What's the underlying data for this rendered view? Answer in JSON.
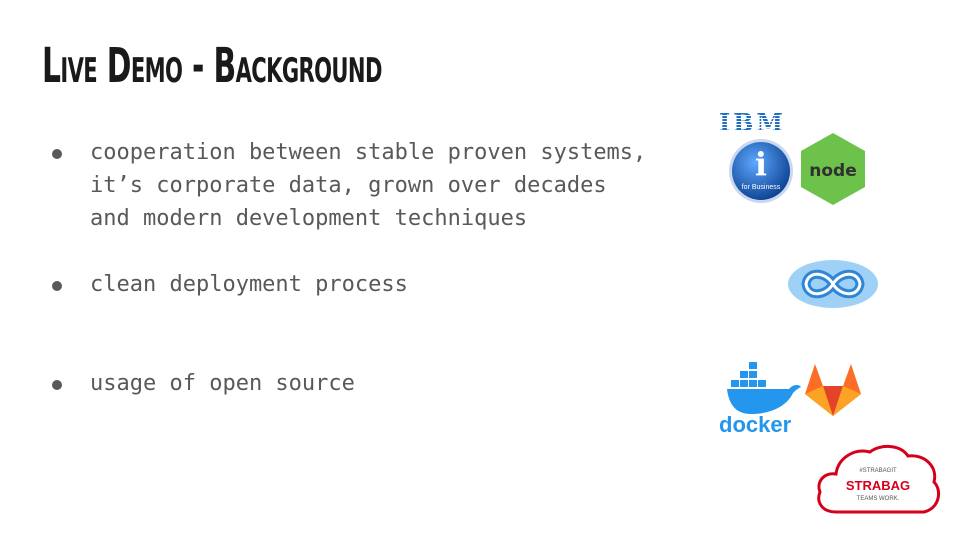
{
  "slide": {
    "title": "Live Demo - Background",
    "bullets": [
      {
        "lines": [
          "cooperation between stable proven systems,",
          "it’s corporate data, grown over decades",
          "and modern development techniques"
        ]
      },
      {
        "lines": [
          "clean deployment process"
        ]
      },
      {
        "lines": [
          "usage of open source"
        ]
      }
    ]
  },
  "logos": {
    "ibm": {
      "text": "IBM",
      "color": "#1f70c1"
    },
    "ibm_i": {
      "letter": "i",
      "subtext": "for Business",
      "color": "#1a5fb4"
    },
    "node": {
      "text": "node",
      "color": "#6cc24a"
    },
    "devops": {
      "icon": "infinity-icon",
      "color": "#4a9fe0"
    },
    "docker": {
      "text": "docker",
      "color": "#2496ed"
    },
    "gitlab": {
      "icon": "gitlab-fox-icon",
      "color": "#fc6d26"
    },
    "strabag": {
      "tag": "#STRABAGIT",
      "name": "STRABAG",
      "slogan": "TEAMS WORK.",
      "color": "#d6001c"
    }
  }
}
